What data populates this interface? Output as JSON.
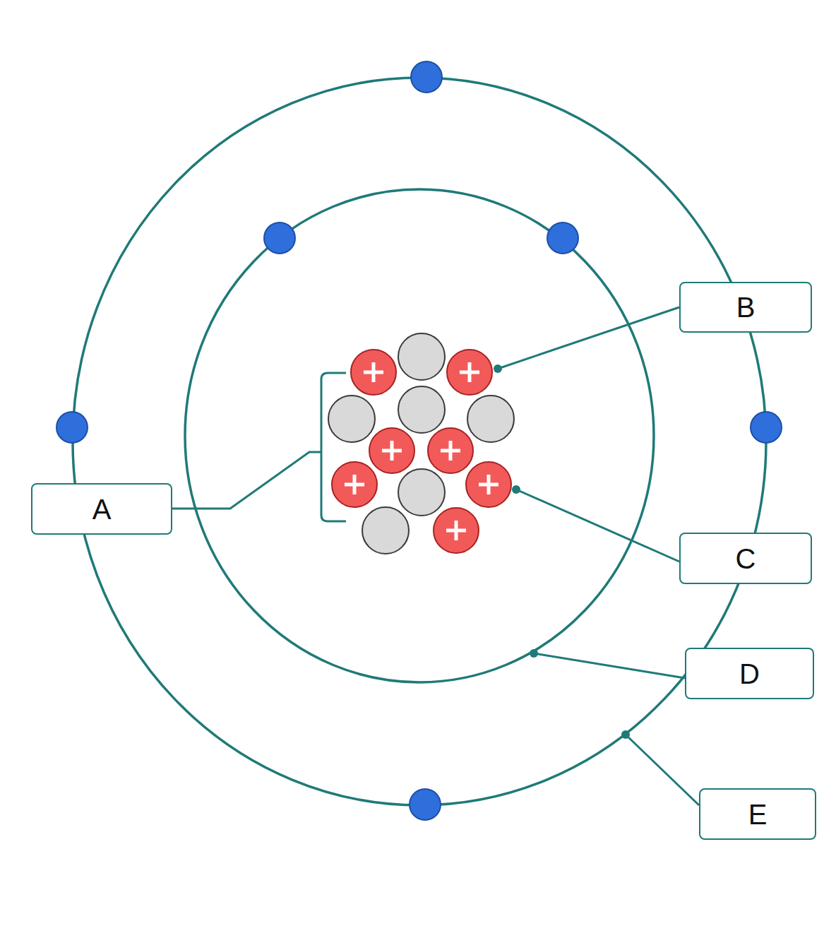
{
  "diagram": {
    "nodes": [
      {
        "text": [
          "B"
        ]
      },
      {
        "text": [
          "A"
        ]
      },
      {
        "text": [
          "C"
        ]
      },
      {
        "text": [
          "D"
        ]
      },
      {
        "text": [
          "E"
        ]
      }
    ]
  }
}
